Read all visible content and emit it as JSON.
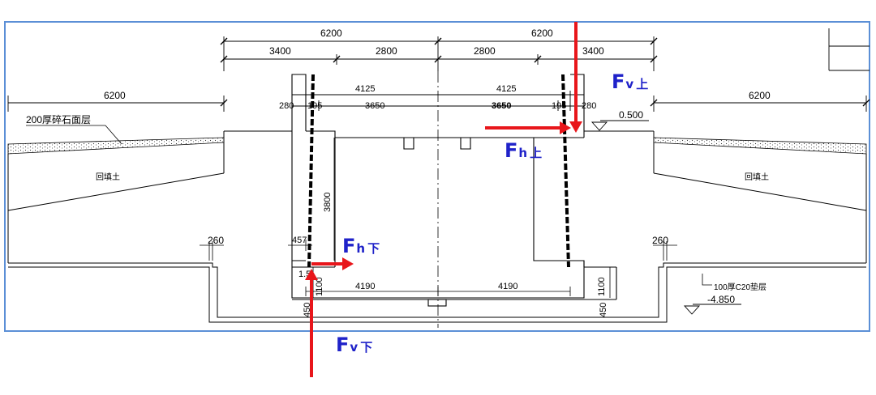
{
  "dimensions": {
    "top_total_left": "6200",
    "top_total_right": "6200",
    "top_3400_left": "3400",
    "top_2800_left": "2800",
    "top_2800_right": "2800",
    "top_3400_right": "3400",
    "side_left": "6200",
    "side_right": "6200",
    "inner_4125_left": "4125",
    "inner_4125_right": "4125",
    "inner_280_left": "280",
    "inner_195_left": "195",
    "inner_3650_left": "3650",
    "inner_3650_right": "3650",
    "inner_195_right": "195",
    "inner_280_right": "280",
    "height_3800": "3800",
    "dim_260_left": "260",
    "dim_260_right": "260",
    "dim_457": "457",
    "dim_1100_left": "1100",
    "dim_1100_right": "1100",
    "dim_4190_left": "4190",
    "dim_4190_right": "4190",
    "dim_450_left": "450",
    "dim_450_right": "450",
    "dim_1_5": "1.5"
  },
  "labels": {
    "gravel_layer": "200厚碎石面层",
    "backfill_left": "回填土",
    "backfill_right": "回填土",
    "cushion_layer": "100厚C20垫层",
    "elev_top": "0.500",
    "elev_bottom": "-4.850"
  },
  "forces": {
    "fv_top": {
      "base": "F",
      "sub": "v",
      "pos": "上"
    },
    "fh_top": {
      "base": "F",
      "sub": "h",
      "pos": "上"
    },
    "fh_bottom": {
      "base": "F",
      "sub": "h",
      "pos": "下"
    },
    "fv_bottom": {
      "base": "F",
      "sub": "v",
      "pos": "下"
    }
  },
  "colors": {
    "force_arrow": "#e8161b",
    "force_text": "#1f22c9",
    "frame_border": "#5b8fd6",
    "drawing_line": "#000000"
  }
}
